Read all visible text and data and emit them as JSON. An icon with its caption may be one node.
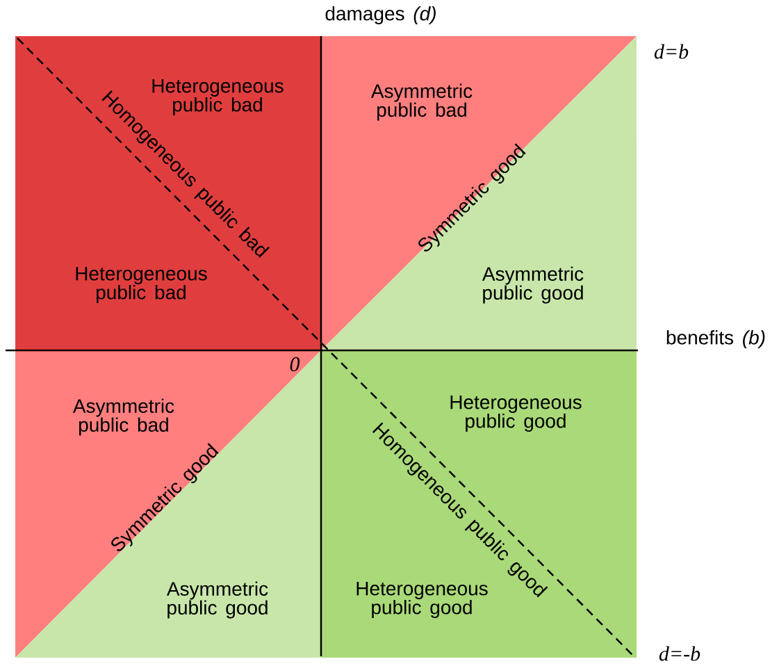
{
  "diagram": {
    "labels": [
      "damages *(d)*",
      "d=b",
      "Heterogeneous public bad",
      "Asymmetric public bad",
      "Homogeneous public bad",
      "Symmetric good",
      "Heterogeneous public bad",
      "Asymmetric public good",
      "benefits *(b)*",
      "0",
      "Asymmetric public bad",
      "Heterogeneous public good",
      "Homogeneous public good",
      "Symmetric good",
      "Asymmetric public good",
      "Heterogeneous public good",
      "d=-b"
    ]
  }
}
